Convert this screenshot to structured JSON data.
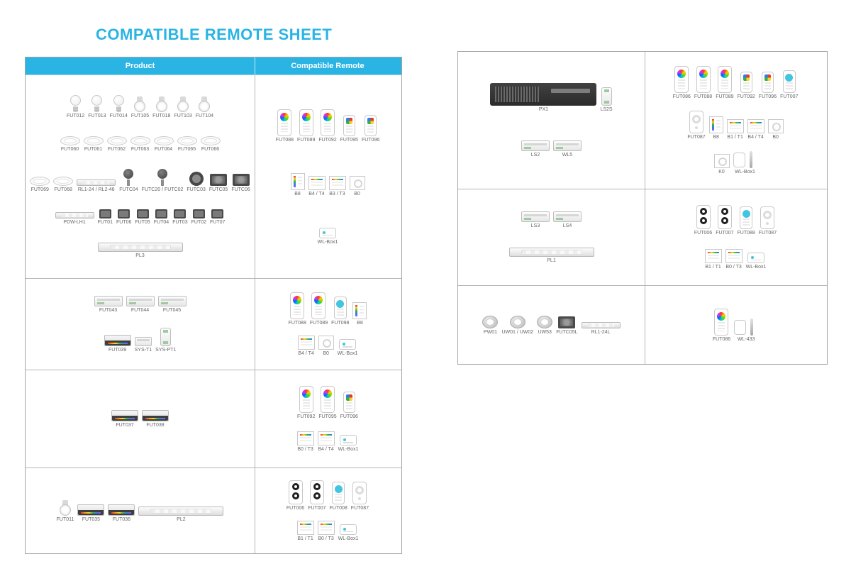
{
  "title": "COMPATIBLE REMOTE SHEET",
  "colors": {
    "accent": "#29B4E4"
  },
  "left_table": {
    "headers": [
      "Product",
      "Compatible Remote"
    ],
    "rows": [
      {
        "products": [
          [
            {
              "label": "FUT012",
              "icon": "bulb"
            },
            {
              "label": "FUT013",
              "icon": "bulb"
            },
            {
              "label": "FUT014",
              "icon": "bulb"
            },
            {
              "label": "FUT105",
              "icon": "spot"
            },
            {
              "label": "FUT018",
              "icon": "spot"
            },
            {
              "label": "FUT103",
              "icon": "spot"
            },
            {
              "label": "FUT104",
              "icon": "spot"
            }
          ],
          [
            {
              "label": "FUT060",
              "icon": "downlight"
            },
            {
              "label": "FUT061",
              "icon": "downlight"
            },
            {
              "label": "FUT062",
              "icon": "downlight"
            },
            {
              "label": "FUT063",
              "icon": "downlight"
            },
            {
              "label": "FUT064",
              "icon": "downlight"
            },
            {
              "label": "FUT065",
              "icon": "downlight"
            },
            {
              "label": "FUT066",
              "icon": "downlight"
            }
          ],
          [
            {
              "label": "FUT069",
              "icon": "downlight"
            },
            {
              "label": "FUT068",
              "icon": "downlight"
            },
            {
              "label": "RL1-24 / RL2-46",
              "icon": "bar-sm"
            },
            {
              "label": "FUTC04",
              "icon": "garden"
            },
            {
              "label": "FUTC20 / FUTC02",
              "icon": "garden"
            },
            {
              "label": "FUTC03",
              "icon": "spot-round"
            },
            {
              "label": "FUTC05",
              "icon": "flood"
            },
            {
              "label": "FUTC06",
              "icon": "flood"
            }
          ],
          [
            {
              "label": "PDW-LH1",
              "icon": "bar-sm"
            },
            {
              "label": "FUT01",
              "icon": "flood-sm"
            },
            {
              "label": "FUT06",
              "icon": "flood-sm"
            },
            {
              "label": "FUT05",
              "icon": "flood-sm"
            },
            {
              "label": "FUT04",
              "icon": "flood-sm"
            },
            {
              "label": "FUT03",
              "icon": "flood-sm"
            },
            {
              "label": "FUT02",
              "icon": "flood-sm"
            },
            {
              "label": "FUT07",
              "icon": "flood-sm"
            }
          ],
          [
            {
              "label": "PL3",
              "icon": "bar-long"
            }
          ]
        ],
        "remotes": [
          [
            {
              "label": "FUT088",
              "icon": "remote-wheel"
            },
            {
              "label": "FUT089",
              "icon": "remote-wheel"
            },
            {
              "label": "FUT092",
              "icon": "remote-wheel"
            },
            {
              "label": "FUT095",
              "icon": "remote-keys"
            },
            {
              "label": "FUT096",
              "icon": "remote-keys"
            }
          ],
          [
            {
              "label": "B8",
              "icon": "panel-lines"
            },
            {
              "label": "B4 / T4",
              "icon": "panel-grid"
            },
            {
              "label": "B3 / T3",
              "icon": "panel-grid"
            },
            {
              "label": "B0",
              "icon": "panel-dial"
            }
          ],
          [
            {
              "label": "WL-Box1",
              "icon": "wlbox"
            }
          ]
        ]
      },
      {
        "products": [
          [
            {
              "label": "FUT043",
              "icon": "box"
            },
            {
              "label": "FUT044",
              "icon": "box"
            },
            {
              "label": "FUT045",
              "icon": "box"
            }
          ],
          [
            {
              "label": "FUT039",
              "icon": "box-dark"
            },
            {
              "label": "SYS-T1",
              "icon": "box-sm"
            },
            {
              "label": "SYS-PT1",
              "icon": "box-vert"
            }
          ]
        ],
        "remotes": [
          [
            {
              "label": "FUT088",
              "icon": "remote-wheel"
            },
            {
              "label": "FUT089",
              "icon": "remote-wheel"
            },
            {
              "label": "FUT098",
              "icon": "remote-teal"
            },
            {
              "label": "B8",
              "icon": "panel-lines"
            }
          ],
          [
            {
              "label": "B4 / T4",
              "icon": "panel-grid"
            },
            {
              "label": "B0",
              "icon": "panel-dial"
            },
            {
              "label": "WL-Box1",
              "icon": "wlbox"
            }
          ]
        ]
      },
      {
        "products": [
          [
            {
              "label": "FUT037",
              "icon": "box-dark"
            },
            {
              "label": "FUT038",
              "icon": "box-dark"
            }
          ]
        ],
        "remotes": [
          [
            {
              "label": "FUT092",
              "icon": "remote-wheel"
            },
            {
              "label": "FUT095",
              "icon": "remote-wheel"
            },
            {
              "label": "FUT096",
              "icon": "remote-keys"
            }
          ],
          [
            {
              "label": "B0 / T3",
              "icon": "panel-grid"
            },
            {
              "label": "B4 / T4",
              "icon": "panel-grid"
            },
            {
              "label": "WL-Box1",
              "icon": "wlbox"
            }
          ]
        ]
      },
      {
        "products": [
          [
            {
              "label": "FUT011",
              "icon": "spot"
            },
            {
              "label": "FUT035",
              "icon": "box-dark"
            },
            {
              "label": "FUT036",
              "icon": "box-dark"
            },
            {
              "label": "PL2",
              "icon": "bar-long"
            }
          ]
        ],
        "remotes": [
          [
            {
              "label": "FUT006",
              "icon": "remote-round2"
            },
            {
              "label": "FUT007",
              "icon": "remote-round2"
            },
            {
              "label": "FUT008",
              "icon": "remote-teal"
            },
            {
              "label": "FUT087",
              "icon": "remote-dial"
            }
          ],
          [
            {
              "label": "B1 / T1",
              "icon": "panel-grid"
            },
            {
              "label": "B0 / T3",
              "icon": "panel-grid"
            },
            {
              "label": "WL-Box1",
              "icon": "wlbox"
            }
          ]
        ]
      }
    ]
  },
  "right_table": {
    "rows": [
      {
        "products": [
          [
            {
              "label": "PX1",
              "icon": "bar-big"
            },
            {
              "label": "LS2S",
              "icon": "box-vert"
            }
          ],
          [
            {
              "label": "LS2",
              "icon": "box"
            },
            {
              "label": "WL5",
              "icon": "box"
            }
          ]
        ],
        "remotes": [
          [
            {
              "label": "FUT086",
              "icon": "remote-wheel"
            },
            {
              "label": "FUT088",
              "icon": "remote-wheel"
            },
            {
              "label": "FUT089",
              "icon": "remote-wheel"
            },
            {
              "label": "FUT092",
              "icon": "remote-keys"
            },
            {
              "label": "FUT096",
              "icon": "remote-keys"
            },
            {
              "label": "FUT007",
              "icon": "remote-teal"
            }
          ],
          [
            {
              "label": "FUT087",
              "icon": "remote-dial"
            },
            {
              "label": "B8",
              "icon": "panel-lines"
            },
            {
              "label": "B1 / T1",
              "icon": "panel-grid"
            },
            {
              "label": "B4 / T4",
              "icon": "panel-grid"
            },
            {
              "label": "B0",
              "icon": "panel-dial"
            }
          ],
          [
            {
              "label": "K0",
              "icon": "panel-dial"
            },
            {
              "label": "WL-Box1",
              "icon": "gateway"
            }
          ]
        ]
      },
      {
        "products": [
          [
            {
              "label": "LS3",
              "icon": "box"
            },
            {
              "label": "LS4",
              "icon": "box"
            }
          ],
          [
            {
              "label": "PL1",
              "icon": "bar-long"
            }
          ]
        ],
        "remotes": [
          [
            {
              "label": "FUT006",
              "icon": "remote-round2"
            },
            {
              "label": "FUT007",
              "icon": "remote-round2"
            },
            {
              "label": "FUT088",
              "icon": "remote-teal"
            },
            {
              "label": "FUT087",
              "icon": "remote-dial"
            }
          ],
          [
            {
              "label": "B1 / T1",
              "icon": "panel-grid"
            },
            {
              "label": "B0 / T3",
              "icon": "panel-grid"
            },
            {
              "label": "WL-Box1",
              "icon": "wlbox"
            }
          ]
        ]
      },
      {
        "products": [
          [
            {
              "label": "PW01",
              "icon": "puck"
            },
            {
              "label": "UW01 / UW02",
              "icon": "puck"
            },
            {
              "label": "UW53",
              "icon": "puck"
            },
            {
              "label": "FUTC05L",
              "icon": "flood"
            },
            {
              "label": "RL1-24L",
              "icon": "bar-sm"
            }
          ]
        ],
        "remotes": [
          [
            {
              "label": "FUT086",
              "icon": "remote-wheel"
            },
            {
              "label": "WL-433",
              "icon": "gateway"
            }
          ]
        ]
      }
    ]
  }
}
